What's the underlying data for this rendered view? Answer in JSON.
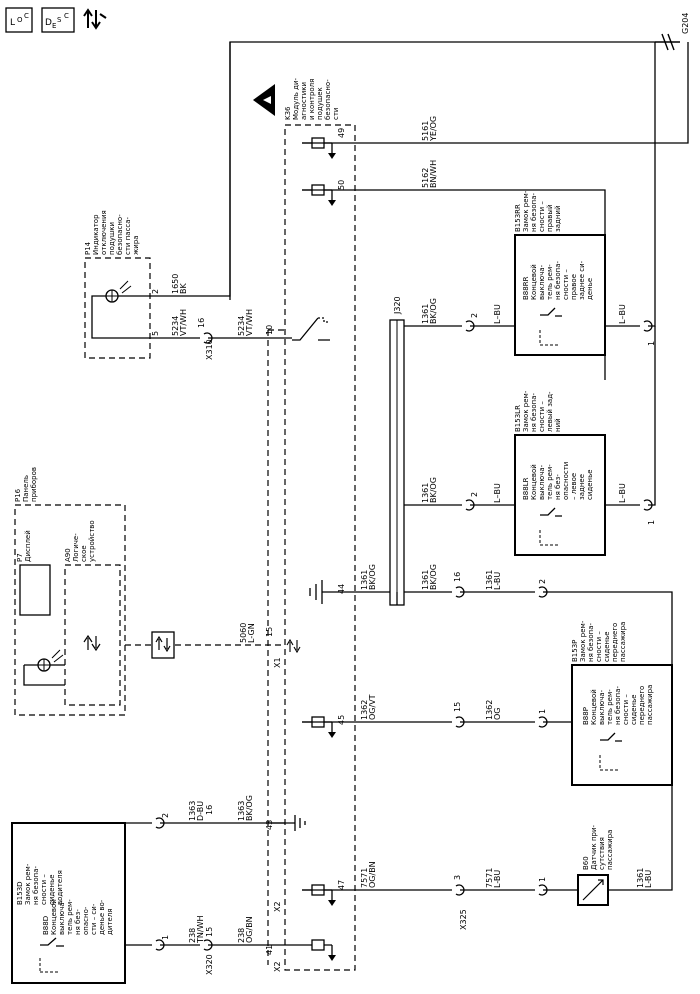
{
  "header_icons": {
    "loc_main": "L",
    "loc_sub": "O",
    "loc_suffix": "C",
    "desc_main": "D",
    "desc_sub": "E",
    "desc_mid": "S",
    "desc_suffix": "C",
    "service_icon": "service-arrows-icon"
  },
  "ground": {
    "label": "G204"
  },
  "modules": {
    "k36": [
      "K36",
      "Модуль ди-",
      "агностики",
      "и контроля",
      "подушек",
      "безопасно-",
      "сти"
    ],
    "p14": [
      "P14",
      "Индикатор",
      "отключения",
      "подушки",
      "безопасно-",
      "сти пасса-",
      "жира"
    ],
    "p16": [
      "P16",
      "Панель",
      "приборов"
    ],
    "p7": [
      "P7",
      "Дисплей"
    ],
    "a90": [
      "A90",
      "Логиче-",
      "ское",
      "устройство"
    ],
    "b153rr": [
      "B153RR",
      "Замок рем-",
      "ня безопа-",
      "сности –",
      "правый",
      "задний"
    ],
    "b88rr": [
      "B88RR",
      "Концевой",
      "выключа-",
      "тель рем-",
      "ня безопа-",
      "сности –",
      "правое",
      "заднее си-",
      "денье"
    ],
    "b153lr": [
      "B153LR",
      "Замок рем-",
      "ня безопа-",
      "сности –",
      "левый зад-",
      "ний"
    ],
    "b88lr": [
      "B88LR",
      "Концевой",
      "выключа-",
      "тель рем-",
      "ня без-",
      "опасности",
      "– левое",
      "заднее",
      "сиденье"
    ],
    "b153p": [
      "B153P",
      "Замок рем-",
      "ня безопа-",
      "сности –",
      "сиденье",
      "переднего",
      "пассажира"
    ],
    "b88p": [
      "B88P",
      "Концевой",
      "выключа-",
      "тель рем-",
      "ня безопа-",
      "сности –",
      "сиденье",
      "переднего",
      "пассажира"
    ],
    "b60": [
      "B60",
      "Датчик при-",
      "сутствия",
      "пассажира"
    ],
    "b153d": [
      "B153D",
      "Замок рем-",
      "ня безопа-",
      "сности –",
      "сиденье",
      "водителя"
    ],
    "b88d": [
      "B88D",
      "Концевой",
      "выключа-",
      "тель рем-",
      "ня без-",
      "опасно-",
      "сти – си-",
      "денье во-",
      "дителя"
    ]
  },
  "connectors": {
    "x310": "X310",
    "x320": "X320",
    "x325": "X325",
    "j320": "J320",
    "x1": "X1",
    "x2a": "X2",
    "x2b": "X2"
  },
  "pins": {
    "k49": "49",
    "k50": "50",
    "k10": "10",
    "k15": "15",
    "k44": "44",
    "k45": "45",
    "k43": "43",
    "k47": "47",
    "k41": "41",
    "p14_2": "2",
    "p14_5": "5",
    "x310_16": "16",
    "rr_2": "2",
    "rr_1": "1",
    "lr_2": "2",
    "lr_1": "1",
    "x325_16": "16",
    "x325_15": "15",
    "x325_3": "3",
    "p_2": "2",
    "p_1": "1",
    "b60_1": "1",
    "d_2": "2",
    "d_1": "1",
    "x320_16": "16",
    "x320_15": "15"
  },
  "wires": {
    "w5161": [
      "5161",
      "YE/OG"
    ],
    "w5162": [
      "5162",
      "BN/WH"
    ],
    "w1650": [
      "1650",
      "BK"
    ],
    "w5234a": [
      "5234",
      "VT/WH"
    ],
    "w5234b": [
      "5234",
      "VT/WH"
    ],
    "w5060": [
      "5060",
      "L-GN"
    ],
    "w1361a": [
      "1361",
      "BK/OG"
    ],
    "w1361b": [
      "1361",
      "BK/OG"
    ],
    "w1361c": [
      "1361",
      "BK/OG"
    ],
    "w1361d": [
      "1361",
      "BK/OG"
    ],
    "w1361e": [
      "1361",
      "L-BU"
    ],
    "w1361f": [
      "1361",
      "L-BU"
    ],
    "w1362a": [
      "1362",
      "OG/VT"
    ],
    "w1362b": [
      "1362",
      "OG"
    ],
    "w7571a": [
      "7571",
      "OG/BN"
    ],
    "w7571b": [
      "7571",
      "L-BU"
    ],
    "w1363a": [
      "1363",
      "D-BU"
    ],
    "w1363b": [
      "1363",
      "BK/OG"
    ],
    "w238a": [
      "238",
      "TN/WH"
    ],
    "w238b": [
      "238",
      "OG/BN"
    ],
    "lbu_rr_top": "L–BU",
    "lbu_rr_bot": "L–BU",
    "lbu_lr_top": "L–BU",
    "lbu_lr_bot": "L–BU"
  }
}
